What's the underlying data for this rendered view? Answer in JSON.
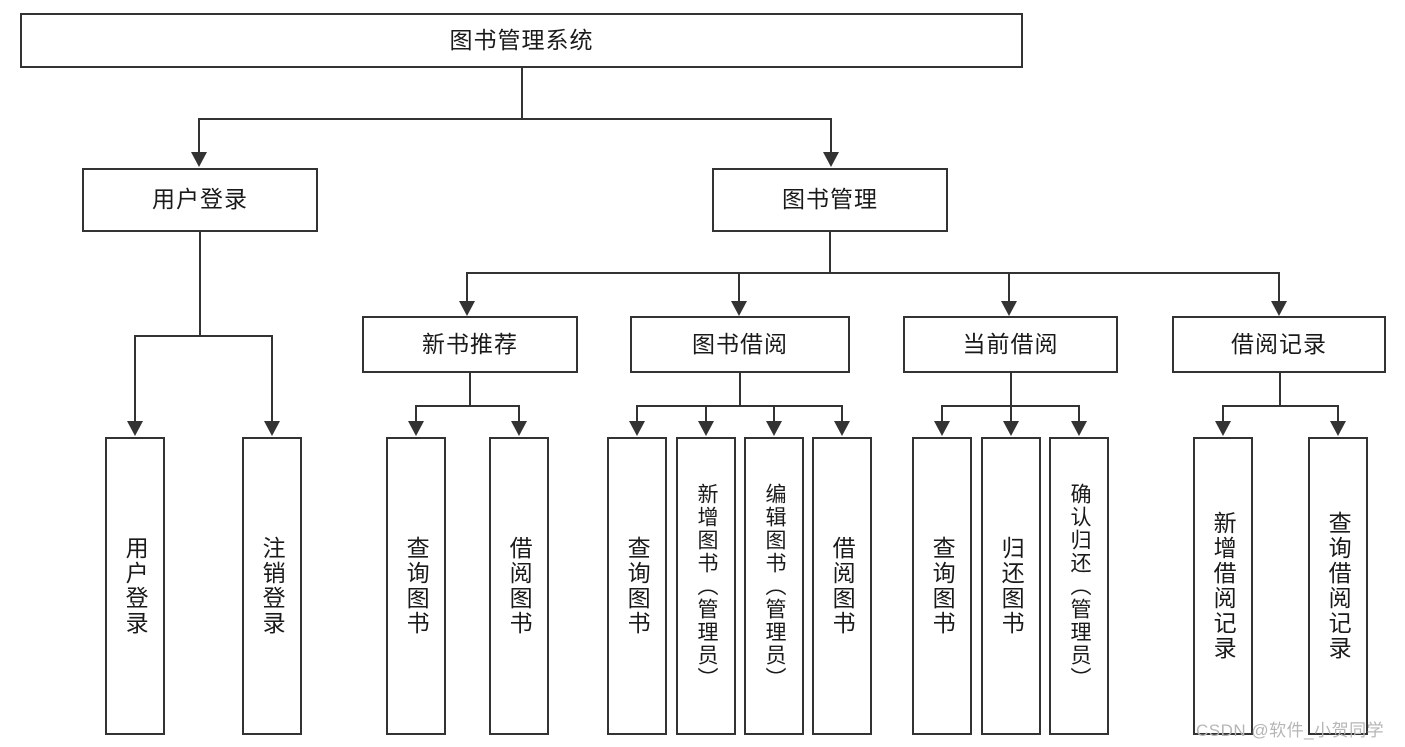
{
  "diagram": {
    "title_node": {
      "label": "图书管理系统"
    },
    "level2": [
      {
        "label": "用户登录"
      },
      {
        "label": "图书管理"
      }
    ],
    "level3": [
      {
        "label": "新书推荐"
      },
      {
        "label": "图书借阅"
      },
      {
        "label": "当前借阅"
      },
      {
        "label": "借阅记录"
      }
    ],
    "leaves": {
      "user_login": [
        {
          "label": "用户登录"
        },
        {
          "label": "注销登录"
        }
      ],
      "new_book_recommend": [
        {
          "label": "查询图书"
        },
        {
          "label": "借阅图书"
        }
      ],
      "book_borrow": [
        {
          "label": "查询图书"
        },
        {
          "label": "新增图书（管理员）"
        },
        {
          "label": "编辑图书（管理员）"
        },
        {
          "label": "借阅图书"
        }
      ],
      "current_borrow": [
        {
          "label": "查询图书"
        },
        {
          "label": "归还图书"
        },
        {
          "label": "确认归还（管理员）"
        }
      ],
      "borrow_record": [
        {
          "label": "新增借阅记录"
        },
        {
          "label": "查询借阅记录"
        }
      ]
    }
  },
  "watermark": {
    "text": "CSDN @软件_小贺同学"
  },
  "colors": {
    "stroke": "#333333",
    "background": "#ffffff",
    "text": "#1a1a1a",
    "watermark": "#b6b6b6"
  }
}
